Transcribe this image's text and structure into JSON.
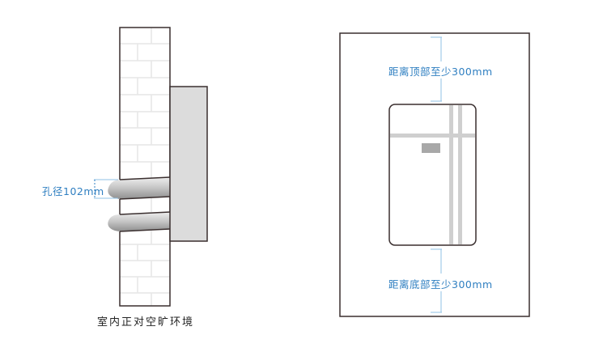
{
  "left_diagram": {
    "hole_label": "孔径102mm",
    "caption": "室内正对空旷环境"
  },
  "right_diagram": {
    "top_clearance_label": "距离顶部至少300mm",
    "bottom_clearance_label": "距离底部至少300mm"
  },
  "colors": {
    "accent_blue": "#2f7fc1",
    "outline": "#3a2f2f",
    "unit_gray": "#dcdcdc",
    "stripe_gray": "#cfcfcf",
    "brick_line": "#e6e6e6"
  }
}
